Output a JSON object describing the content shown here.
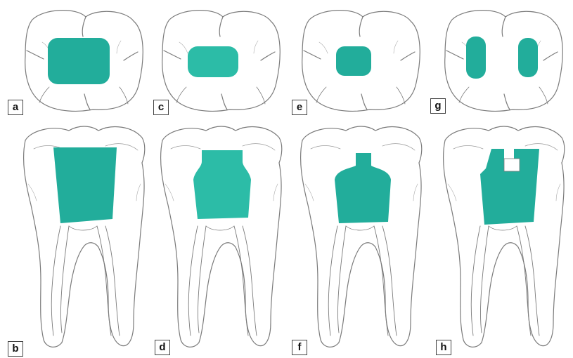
{
  "figure": {
    "panels": [
      {
        "label": "a",
        "view": "occlusal",
        "cavity": "large"
      },
      {
        "label": "b",
        "view": "section",
        "cavity": "large"
      },
      {
        "label": "c",
        "view": "occlusal",
        "cavity": "medium"
      },
      {
        "label": "d",
        "view": "section",
        "cavity": "medium"
      },
      {
        "label": "e",
        "view": "occlusal",
        "cavity": "small"
      },
      {
        "label": "f",
        "view": "section",
        "cavity": "small"
      },
      {
        "label": "g",
        "view": "occlusal",
        "cavity": "two-openings"
      },
      {
        "label": "h",
        "view": "section",
        "cavity": "two-openings"
      }
    ],
    "colors": {
      "cavity_fill": "#22ad9b",
      "outline": "#7b7b7b",
      "background": "#ffffff"
    }
  }
}
